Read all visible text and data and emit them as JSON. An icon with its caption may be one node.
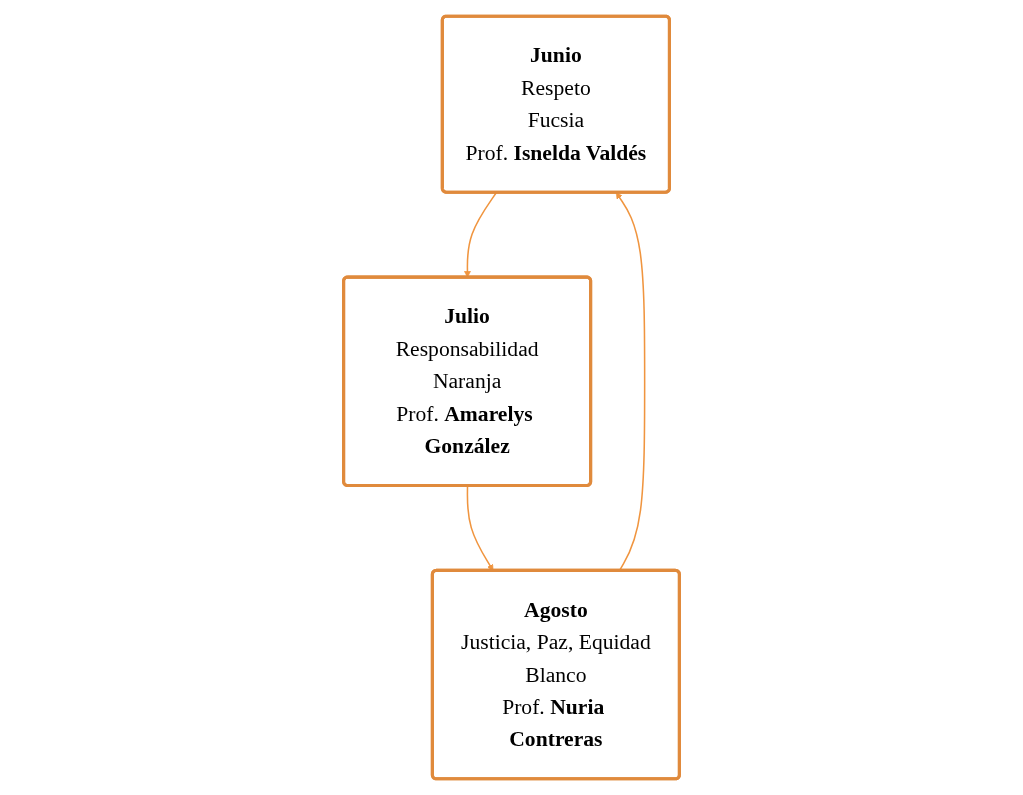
{
  "diagram": {
    "nodes": [
      {
        "text": [
          "Junio",
          "Respeto",
          "Fucsia",
          "Prof. **Isnelda Valdés**"
        ]
      },
      {
        "text": [
          "Agosto",
          "Justicia, Paz, Equidad",
          "Blanco",
          "Prof. **Nuria Contreras**"
        ]
      },
      {
        "text": [
          "Julio",
          "Responsabilidad",
          "Naranja",
          "Prof. **Amarelys González**"
        ]
      }
    ],
    "edges": [
      {
        "from": 0,
        "to": 2,
        "arrow": "to"
      },
      {
        "from": 2,
        "to": 1,
        "arrow": "to"
      },
      {
        "from": 1,
        "to": 0,
        "arrow": "to"
      }
    ]
  }
}
